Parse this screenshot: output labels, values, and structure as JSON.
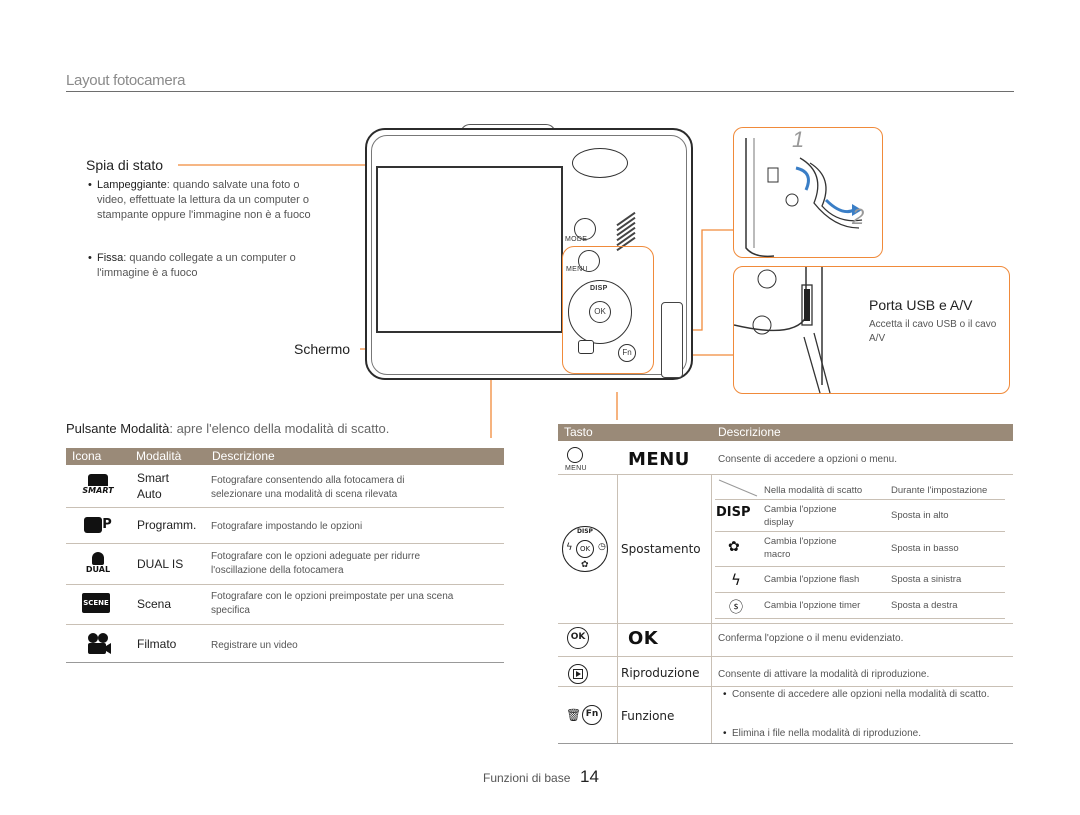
{
  "page": {
    "title": "Layout fotocamera",
    "footer_section": "Funzioni di base",
    "footer_page": "14"
  },
  "callouts": {
    "status_lamp": {
      "title": "Spia di stato",
      "bullets": [
        {
          "term": "Lampeggiante",
          "text": ": quando salvate una foto o video, effettuate la lettura da un computer o stampante oppure l'immagine non è a fuoco"
        },
        {
          "term": "Fissa",
          "text": ": quando collegate a un computer o l'immagine è a fuoco"
        }
      ]
    },
    "screen": "Schermo",
    "usb_port": {
      "title": "Porta USB e A/V",
      "desc": "Accetta il cavo USB o il cavo A/V"
    },
    "strap_steps": [
      "1",
      "2"
    ],
    "mode_button": {
      "term": "Pulsante Modalità",
      "text": ": apre l'elenco della modalità di scatto."
    }
  },
  "camera_labels": {
    "mode": "MODE",
    "menu": "MENU",
    "disp": "DISP",
    "ok": "OK",
    "fn": "Fn"
  },
  "mode_table": {
    "headers": [
      "Icona",
      "Modalità",
      "Descrizione"
    ],
    "rows": [
      {
        "icon": "smart-auto-icon",
        "icon_text": "SMART",
        "mode": "Smart\nAuto",
        "desc": "Fotografare consentendo alla fotocamera di selezionare una modalità di scena rilevata"
      },
      {
        "icon": "program-icon",
        "icon_text": "P",
        "mode": "Programm.",
        "desc": "Fotografare impostando le opzioni"
      },
      {
        "icon": "dual-is-icon",
        "icon_text": "DUAL",
        "mode": "DUAL IS",
        "desc": "Fotografare con le opzioni adeguate per ridurre l'oscillazione della fotocamera"
      },
      {
        "icon": "scene-icon",
        "icon_text": "SCENE",
        "mode": "Scena",
        "desc": "Fotografare con le opzioni preimpostate per una scena specifica"
      },
      {
        "icon": "movie-icon",
        "icon_text": "",
        "mode": "Filmato",
        "desc": "Registrare un video"
      }
    ]
  },
  "key_table": {
    "headers": [
      "Tasto",
      "Descrizione"
    ],
    "menu": {
      "key": "MENU",
      "small": "MENU",
      "desc": "Consente di accedere a opzioni o menu."
    },
    "navigation": {
      "label": "Spostamento",
      "sub_headers": [
        "Nella modalità di scatto",
        "Durante l'impostazione"
      ],
      "rows": [
        {
          "icon": "disp-icon",
          "glyph": "DISP",
          "shoot": "Cambia l'opzione display",
          "setting": "Sposta in alto"
        },
        {
          "icon": "macro-icon",
          "glyph": "✿",
          "shoot": "Cambia l'opzione macro",
          "setting": "Sposta in basso"
        },
        {
          "icon": "flash-icon",
          "glyph": "ϟ",
          "shoot": "Cambia l'opzione flash",
          "setting": "Sposta a sinistra"
        },
        {
          "icon": "timer-icon",
          "glyph": "ⓢ",
          "shoot": "Cambia l'opzione timer",
          "setting": "Sposta a destra"
        }
      ]
    },
    "ok": {
      "key": "OK",
      "desc": "Conferma l'opzione o il menu evidenziato."
    },
    "playback": {
      "label": "Riproduzione",
      "desc": "Consente di attivare la modalità di riproduzione."
    },
    "function": {
      "label": "Funzione",
      "bullets": [
        "Consente di accedere alle opzioni nella modalità di scatto.",
        "Elimina i file nella modalità di riproduzione."
      ]
    }
  },
  "colors": {
    "accent_orange": "#f08a3a",
    "table_header": "#9a8a78"
  }
}
